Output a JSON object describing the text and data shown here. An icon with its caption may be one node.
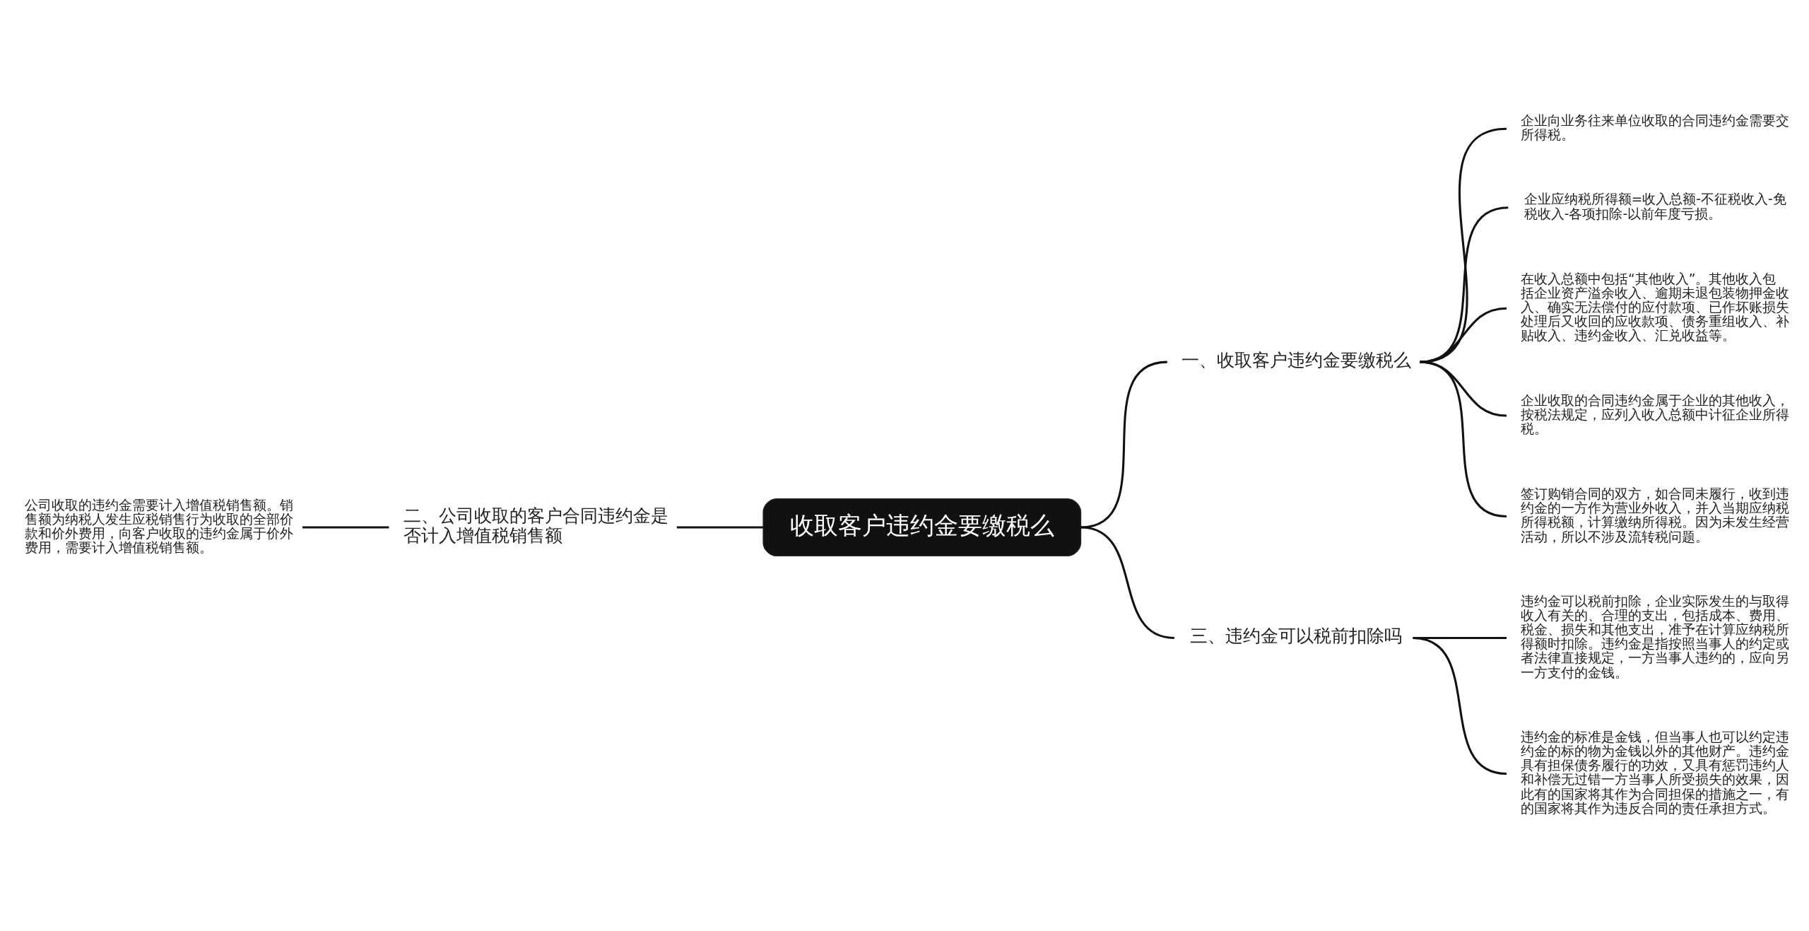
{
  "diagram": {
    "nodes": [
      {
        "text": [
          "收取客户违约金要缴税么"
        ]
      },
      {
        "text": [
          "一、收取客户违约金要缴税么"
        ]
      },
      {
        "text": [
          "企业向业务往来单位收取的合同违约金需要交所得税。"
        ]
      },
      {
        "text": [
          "企业应纳税所得额=收入总额-不征税收入-免税收入-各项扣除-以前年度亏损。"
        ]
      },
      {
        "text": [
          "在收入总额中包括“其他收入”。其他收入包括企业资产溢余收入、逾期未退包装物押金收入、确实无法偿付的应付款项、已作坏账损失处理后又收回的应收款项、债务重组收入、补贴收入、违约金收入、汇兑收益等。"
        ]
      },
      {
        "text": [
          "企业收取的合同违约金属于企业的其他收入，按税法规定，应列入收入总额中计征企业所得税。"
        ]
      },
      {
        "text": [
          "签订购销合同的双方，如合同未履行，收到违约金的一方作为营业外收入，并入当期应纳税所得税额，计算缴纳所得税。因为未发生经营活动，所以不涉及流转税问题。"
        ]
      },
      {
        "text": [
          "二、公司收取的客户合同违约金是否计入增值税销售额"
        ]
      },
      {
        "text": [
          "公司收取的违约金需要计入增值税销售额。销售额为纳税人发生应税销售行为收取的全部价款和价外费用，向客户收取的违约金属于价外费用，需要计入增值税销售额。"
        ]
      },
      {
        "text": [
          "三、违约金可以税前扣除吗"
        ]
      },
      {
        "text": [
          "违约金可以税前扣除，企业实际发生的与取得收入有关的、合理的支出，包括成本、费用、税金、损失和其他支出，准予在计算应纳税所得额时扣除。违约金是指按照当事人的约定或者法律直接规定，一方当事人违约的，应向另一方支付的金钱。"
        ]
      },
      {
        "text": [
          "违约金的标准是金钱，但当事人也可以约定违约金的标的物为金钱以外的其他财产。违约金具有担保债务履行的功效，又具有惩罚违约人和补偿无过错一方当事人所受损失的效果，因此有的国家将其作为合同担保的措施之一，有的国家将其作为违反合同的责任承担方式。"
        ]
      }
    ],
    "edges": [
      {
        "from": 0,
        "to": 1,
        "arrow": "none"
      },
      {
        "from": 1,
        "to": 2,
        "arrow": "none"
      },
      {
        "from": 1,
        "to": 3,
        "arrow": "none"
      },
      {
        "from": 1,
        "to": 4,
        "arrow": "none"
      },
      {
        "from": 1,
        "to": 5,
        "arrow": "none"
      },
      {
        "from": 1,
        "to": 6,
        "arrow": "none"
      },
      {
        "from": 0,
        "to": 7,
        "arrow": "none"
      },
      {
        "from": 7,
        "to": 8,
        "arrow": "none"
      },
      {
        "from": 0,
        "to": 9,
        "arrow": "none"
      },
      {
        "from": 9,
        "to": 10,
        "arrow": "none"
      },
      {
        "from": 9,
        "to": 11,
        "arrow": "none"
      }
    ]
  }
}
